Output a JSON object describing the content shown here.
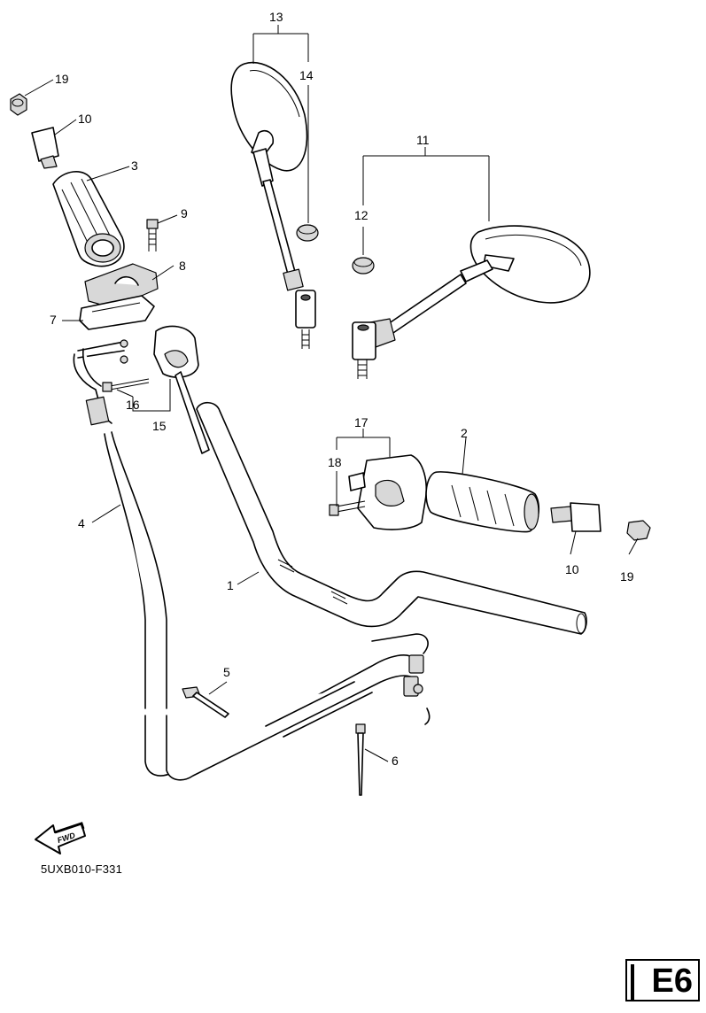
{
  "diagram": {
    "callouts": [
      {
        "id": "c1",
        "text": "1"
      },
      {
        "id": "c2",
        "text": "2"
      },
      {
        "id": "c3",
        "text": "3"
      },
      {
        "id": "c4",
        "text": "4"
      },
      {
        "id": "c5",
        "text": "5"
      },
      {
        "id": "c6",
        "text": "6"
      },
      {
        "id": "c7",
        "text": "7"
      },
      {
        "id": "c8",
        "text": "8"
      },
      {
        "id": "c9",
        "text": "9"
      },
      {
        "id": "c10a",
        "text": "10"
      },
      {
        "id": "c10b",
        "text": "10"
      },
      {
        "id": "c11",
        "text": "11"
      },
      {
        "id": "c12",
        "text": "12"
      },
      {
        "id": "c13",
        "text": "13"
      },
      {
        "id": "c14",
        "text": "14"
      },
      {
        "id": "c15",
        "text": "15"
      },
      {
        "id": "c16",
        "text": "16"
      },
      {
        "id": "c17",
        "text": "17"
      },
      {
        "id": "c18",
        "text": "18"
      },
      {
        "id": "c19a",
        "text": "19"
      },
      {
        "id": "c19b",
        "text": "19"
      }
    ],
    "fwd_label": "FWD",
    "drawing_code": "5UXB010-F331",
    "page_code": "E6"
  }
}
